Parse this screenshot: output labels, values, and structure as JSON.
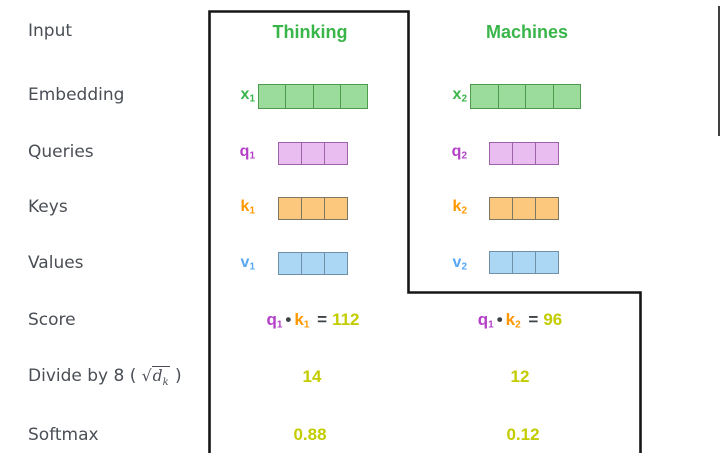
{
  "colors": {
    "word_green": "#3ab54a",
    "embedding_fill": "#9bdb9b",
    "embedding_border": "#4e9b50",
    "query_purple": "#b440c8",
    "query_fill": "#e9bdef",
    "query_border": "#9c63a8",
    "key_orange": "#ff9800",
    "key_fill": "#fbc87d",
    "key_border": "#7d7663",
    "value_blue": "#56a8f5",
    "value_fill": "#abd7f4",
    "value_border": "#6e90a8",
    "result_yellow": "#c3cc00",
    "label_gray": "#4a4e55",
    "operator_dark": "#3e4347",
    "outline_black": "#161616"
  },
  "row_labels": {
    "input": "Input",
    "embedding": "Embedding",
    "queries": "Queries",
    "keys": "Keys",
    "values": "Values",
    "score": "Score",
    "divide": {
      "prefix": "Divide by 8 ( ",
      "radical": "√",
      "arg": "d",
      "arg_sub": "k",
      "suffix": " )"
    },
    "softmax": "Softmax"
  },
  "columns": [
    {
      "word": "Thinking",
      "embedding_label": {
        "base": "x",
        "sub": "1"
      },
      "embedding_cells": 4,
      "query_label": {
        "base": "q",
        "sub": "1"
      },
      "query_cells": 3,
      "key_label": {
        "base": "k",
        "sub": "1"
      },
      "key_cells": 3,
      "value_label": {
        "base": "v",
        "sub": "1"
      },
      "value_cells": 3,
      "score": {
        "q_base": "q",
        "q_sub": "1",
        "dot": "•",
        "k_base": "k",
        "k_sub": "1",
        "equals": "=",
        "value": "112"
      },
      "divided_value": "14",
      "softmax_value": "0.88"
    },
    {
      "word": "Machines",
      "embedding_label": {
        "base": "x",
        "sub": "2"
      },
      "embedding_cells": 4,
      "query_label": {
        "base": "q",
        "sub": "2"
      },
      "query_cells": 3,
      "key_label": {
        "base": "k",
        "sub": "2"
      },
      "key_cells": 3,
      "value_label": {
        "base": "v",
        "sub": "2"
      },
      "value_cells": 3,
      "score": {
        "q_base": "q",
        "q_sub": "1",
        "dot": "•",
        "k_base": "k",
        "k_sub": "2",
        "equals": "=",
        "value": "96"
      },
      "divided_value": "12",
      "softmax_value": "0.12"
    }
  ]
}
